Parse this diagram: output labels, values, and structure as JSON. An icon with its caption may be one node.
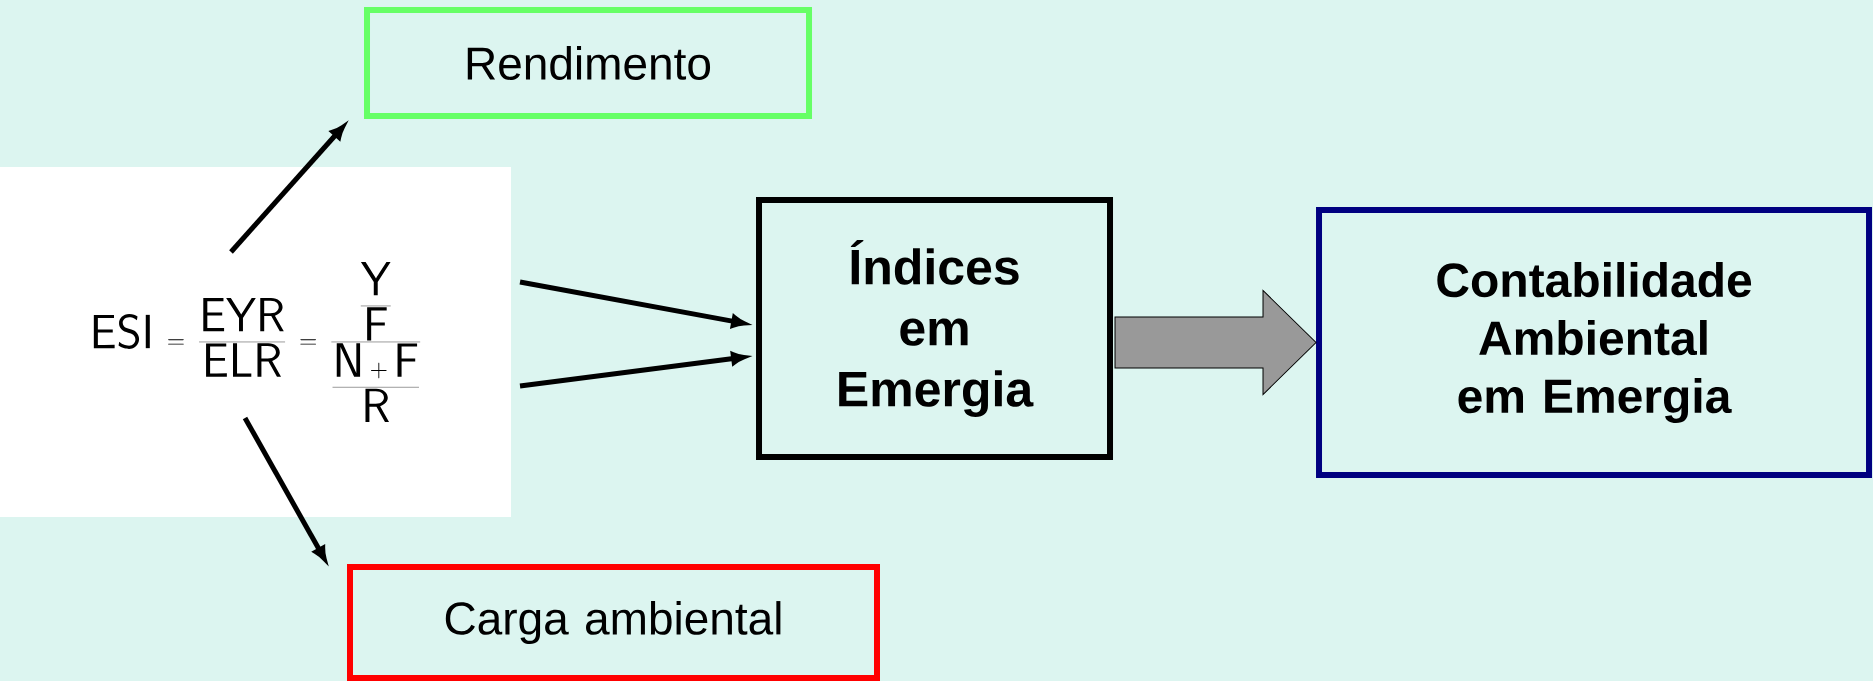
{
  "diagram": {
    "nodes": [
      {
        "text": [
          "Rendimento"
        ]
      },
      {
        "text": [
          "\\mathsf{ESI} = \\frac{\\mathsf{EYR}}{\\mathsf{ELR}} = \\frac{\\displaystyle\\frac{\\mathsf{Y}}{\\mathsf{F}}}{\\displaystyle\\frac{\\mathsf{N+F}}{\\mathsf{R}}}"
        ]
      },
      {
        "text": [
          "Índices em Emergia"
        ]
      },
      {
        "text": [
          "Contabilidade Ambiental em Emergia"
        ]
      },
      {
        "text": [
          "Carga ambiental"
        ]
      }
    ],
    "edges": [
      {
        "from": 1,
        "to": 0,
        "arrow": "to"
      },
      {
        "from": 1,
        "to": 4,
        "arrow": "to"
      },
      {
        "from": 1,
        "to": 2,
        "arrow": "to"
      },
      {
        "from": 1,
        "to": 2,
        "arrow": "to"
      },
      {
        "from": 2,
        "to": 3,
        "arrow": "to",
        "style": "thick",
        "color": "#999999"
      }
    ]
  }
}
